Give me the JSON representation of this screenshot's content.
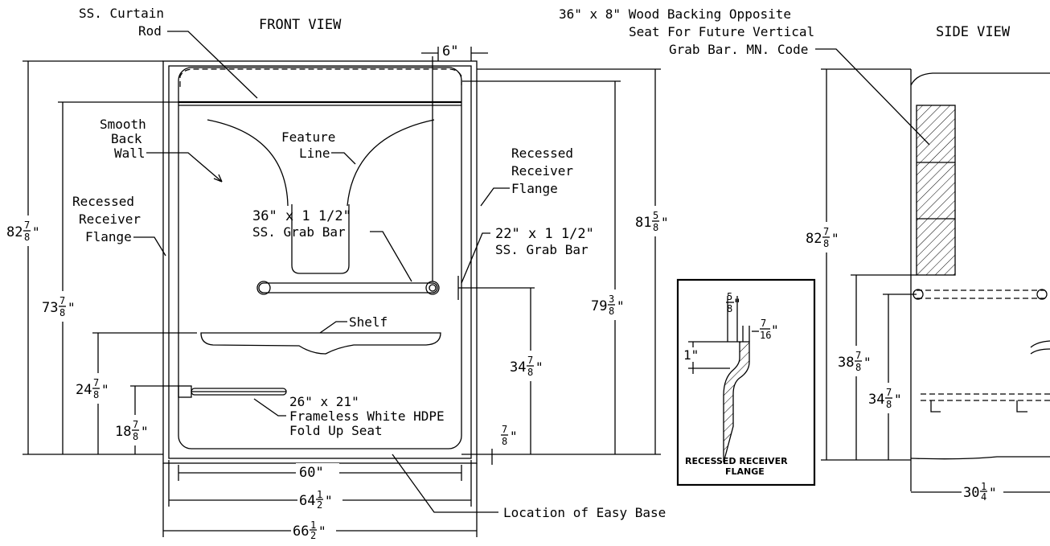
{
  "views": {
    "front": "FRONT VIEW",
    "side": "SIDE VIEW"
  },
  "labels": {
    "curtain_rod_1": "SS. Curtain",
    "curtain_rod_2": "Rod",
    "smooth_1": "Smooth",
    "smooth_2": "Back",
    "smooth_3": "Wall",
    "feature_1": "Feature",
    "feature_2": "Line",
    "recessed_l1": "Recessed",
    "recessed_l2": "Receiver",
    "recessed_l3": "Flange",
    "recessed_r1": "Recessed",
    "recessed_r2": "Receiver",
    "recessed_r3": "Flange",
    "grab36_1": "36\" x 1 1/2\"",
    "grab36_2": "SS. Grab Bar",
    "grab22_1": "22\" x 1 1/2\"",
    "grab22_2": "SS. Grab Bar",
    "shelf": "Shelf",
    "seat_1": "26\" x 21\"",
    "seat_2": "Frameless White HDPE",
    "seat_3": "Fold Up Seat",
    "easy_base": "Location of Easy Base",
    "backing_1": "36\" x 8\" Wood Backing Opposite",
    "backing_2": "Seat For Future Vertical",
    "backing_3": "Grab Bar. MN. Code",
    "detail_1": "RECESSED RECEIVER",
    "detail_2": "FLANGE"
  },
  "dims": {
    "top_6": "6\"",
    "h82_whole": "82",
    "h82_num": "7",
    "h82_den": "8",
    "h73_whole": "73",
    "h73_num": "7",
    "h73_den": "8",
    "h24_whole": "24",
    "h24_num": "7",
    "h24_den": "8",
    "h18_whole": "18",
    "h18_num": "7",
    "h18_den": "8",
    "h81_whole": "81",
    "h81_num": "5",
    "h81_den": "8",
    "h79_whole": "79",
    "h79_num": "3",
    "h79_den": "8",
    "h34_whole": "34",
    "h34_num": "7",
    "h34_den": "8",
    "base_num": "7",
    "base_den": "8",
    "w60": "60\"",
    "w64_whole": "64",
    "w64_num": "1",
    "w64_den": "2",
    "w66_whole": "66",
    "w66_num": "1",
    "w66_den": "2",
    "d_58_num": "5",
    "d_58_den": "8",
    "d_716_num": "7",
    "d_716_den": "16",
    "d_1": "1\"",
    "s82_whole": "82",
    "s82_num": "7",
    "s82_den": "8",
    "s38_whole": "38",
    "s38_num": "7",
    "s38_den": "8",
    "s34_whole": "34",
    "s34_num": "7",
    "s34_den": "8",
    "s30_whole": "30",
    "s30_num": "1",
    "s30_den": "4"
  }
}
